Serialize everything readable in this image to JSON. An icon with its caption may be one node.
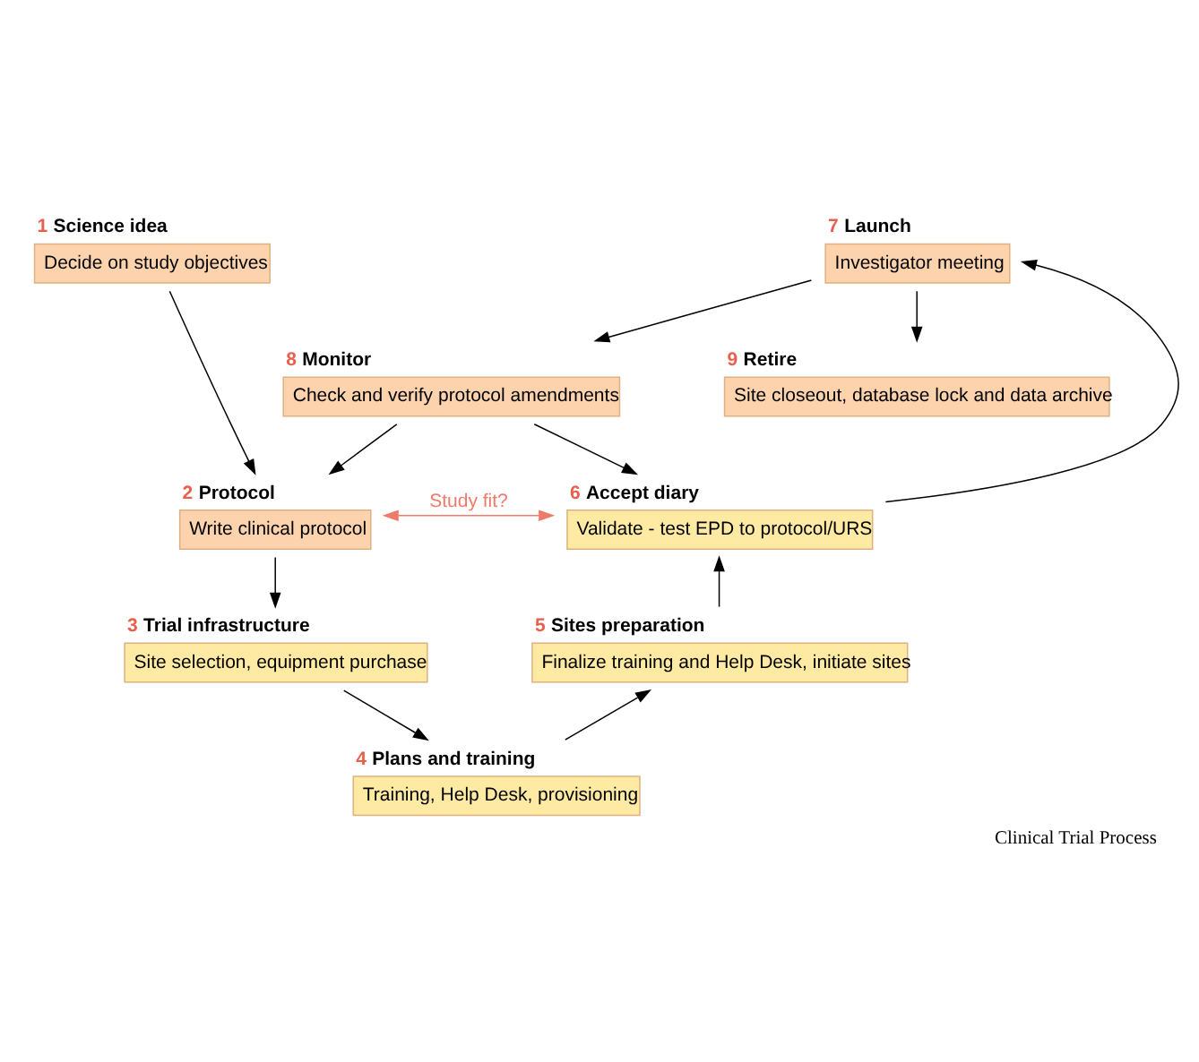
{
  "diagram": {
    "caption": "Clinical Trial Process",
    "nodes": [
      {
        "text": [
          "1",
          "Science idea",
          "Decide on study objectives"
        ]
      },
      {
        "text": [
          "2",
          "Protocol",
          "Write clinical protocol"
        ]
      },
      {
        "text": [
          "3",
          "Trial infrastructure",
          "Site selection, equipment purchase"
        ]
      },
      {
        "text": [
          "4",
          "Plans and training",
          "Training, Help Desk, provisioning"
        ]
      },
      {
        "text": [
          "5",
          "Sites preparation",
          "Finalize training and Help Desk, initiate sites"
        ]
      },
      {
        "text": [
          "6",
          "Accept diary",
          "Validate - test EPD to protocol/URS"
        ]
      },
      {
        "text": [
          "7",
          "Launch",
          "Investigator meeting"
        ]
      },
      {
        "text": [
          "8",
          "Monitor",
          "Check and verify protocol amendments"
        ]
      },
      {
        "text": [
          "9",
          "Retire",
          "Site closeout, database lock and data archive"
        ]
      }
    ],
    "edges": [
      {
        "from": 0,
        "to": 1,
        "arrow": "to"
      },
      {
        "from": 1,
        "to": 2,
        "arrow": "to"
      },
      {
        "from": 2,
        "to": 3,
        "arrow": "to"
      },
      {
        "from": 3,
        "to": 4,
        "arrow": "to"
      },
      {
        "from": 4,
        "to": 5,
        "arrow": "to"
      },
      {
        "from": 5,
        "to": 6,
        "arrow": "to"
      },
      {
        "from": 6,
        "to": 7,
        "arrow": "to"
      },
      {
        "from": 6,
        "to": 8,
        "arrow": "to"
      },
      {
        "from": 7,
        "to": 1,
        "arrow": "to"
      },
      {
        "from": 7,
        "to": 5,
        "arrow": "to"
      },
      {
        "from": 1,
        "to": 5,
        "arrow": "both",
        "label": "Study fit?",
        "color": "#f07a6a"
      }
    ]
  }
}
